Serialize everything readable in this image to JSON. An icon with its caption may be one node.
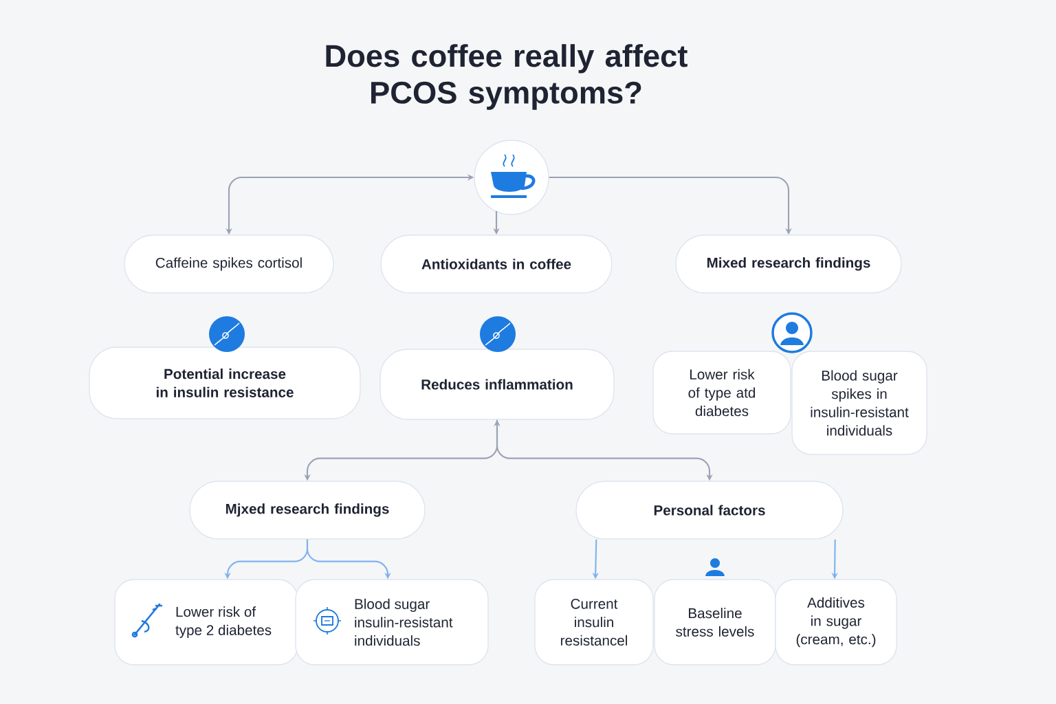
{
  "diagram": {
    "title": "Does coffee really affect PCOS symptoms?",
    "nodes": [
      {
        "text": [],
        "shape": "circle"
      },
      {
        "text": [
          "Caffeine spikes cortisol"
        ]
      },
      {
        "text": [
          "Antioxidants in coffee"
        ]
      },
      {
        "text": [
          "Mixed research findings"
        ]
      },
      {
        "text": [
          "Potential increase in insulin resistance"
        ]
      },
      {
        "text": [
          "Reduces inflammation"
        ]
      },
      {
        "text": [
          "Lower risk of type atd diabetes"
        ]
      },
      {
        "text": [
          "Blood sugar spikes in insulin-resistant individuals"
        ]
      },
      {
        "text": [
          "Mjxed research findings"
        ]
      },
      {
        "text": [
          "Personal factors"
        ]
      },
      {
        "text": [
          "Lower risk of type 2 diabetes"
        ]
      },
      {
        "text": [
          "Blood sugar insulin-resistant individuals"
        ]
      },
      {
        "text": [
          "Current insulin resistancel"
        ]
      },
      {
        "text": [
          "Baseline stress levels"
        ]
      },
      {
        "text": [
          "Additives in sugar (cream, etc.)"
        ]
      }
    ],
    "edges": [
      {
        "from": 0,
        "to": 1,
        "arrow": "both"
      },
      {
        "from": 0,
        "to": 2,
        "arrow": "to"
      },
      {
        "from": 0,
        "to": 3,
        "arrow": "to"
      },
      {
        "from": 5,
        "to": 8,
        "arrow": "both"
      },
      {
        "from": 5,
        "to": 9,
        "arrow": "to"
      },
      {
        "from": 8,
        "to": 10,
        "arrow": "to",
        "color": "#7fb3ee"
      },
      {
        "from": 8,
        "to": 11,
        "arrow": "to",
        "color": "#7fb3ee"
      },
      {
        "from": 9,
        "to": 12,
        "arrow": "to",
        "color": "#7fb3ee"
      },
      {
        "from": 9,
        "to": 14,
        "arrow": "to",
        "color": "#7fb3ee"
      }
    ]
  }
}
